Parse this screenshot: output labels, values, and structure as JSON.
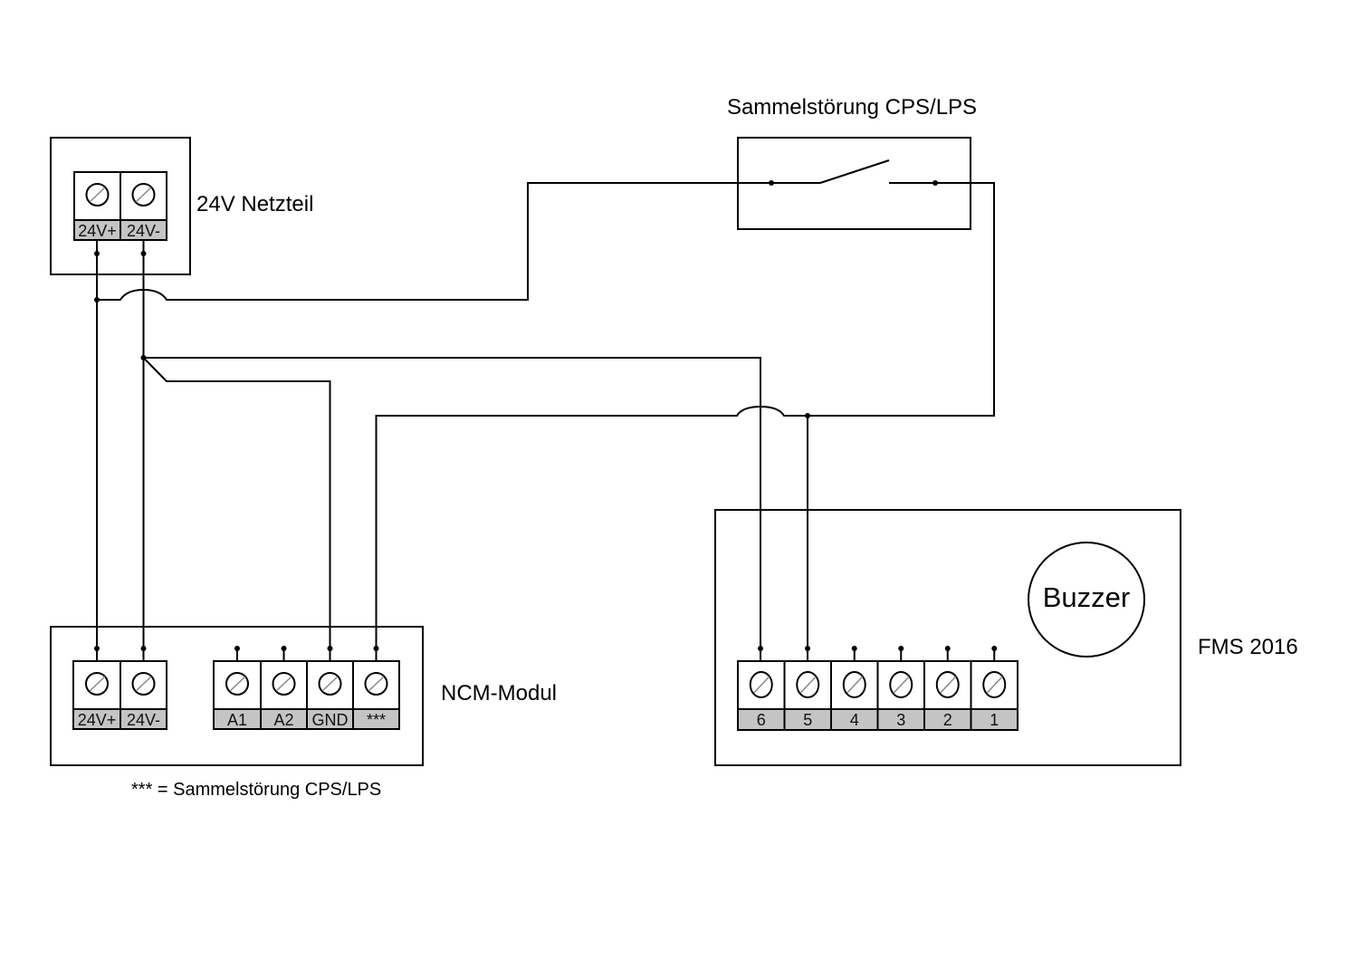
{
  "diagram": {
    "type": "wiring-diagram",
    "title": "Sammelstörung CPS/LPS",
    "components": {
      "power_supply": {
        "label": "24V Netzteil",
        "terminals": [
          "24V+",
          "24V-"
        ]
      },
      "fault_contact": {
        "label": "Sammelstörung CPS/LPS",
        "symbol": "normally-open-switch"
      },
      "ncm_module": {
        "label": "NCM-Modul",
        "power_terminals": [
          "24V+",
          "24V-"
        ],
        "signal_terminals": [
          "A1",
          "A2",
          "GND",
          "***"
        ]
      },
      "fms": {
        "label": "FMS 2016",
        "buzzer_label": "Buzzer",
        "terminals": [
          "6",
          "5",
          "4",
          "3",
          "2",
          "1"
        ]
      }
    },
    "footnote": "*** = Sammelstörung CPS/LPS",
    "connections": [
      {
        "from": "24V Netzteil 24V+",
        "to": "NCM-Modul 24V+"
      },
      {
        "from": "24V Netzteil 24V-",
        "to": "NCM-Modul 24V-"
      },
      {
        "from": "24V Netzteil 24V+",
        "to": "Sammelstörung CPS/LPS (left contact)"
      },
      {
        "from": "Sammelstörung CPS/LPS (right contact)",
        "to": "FMS 2016 terminal 5"
      },
      {
        "from": "Sammelstörung CPS/LPS (right contact)",
        "to": "NCM-Modul ***"
      },
      {
        "from": "24V Netzteil 24V-",
        "to": "FMS 2016 terminal 6"
      },
      {
        "from": "24V Netzteil 24V-",
        "to": "NCM-Modul GND"
      }
    ]
  }
}
